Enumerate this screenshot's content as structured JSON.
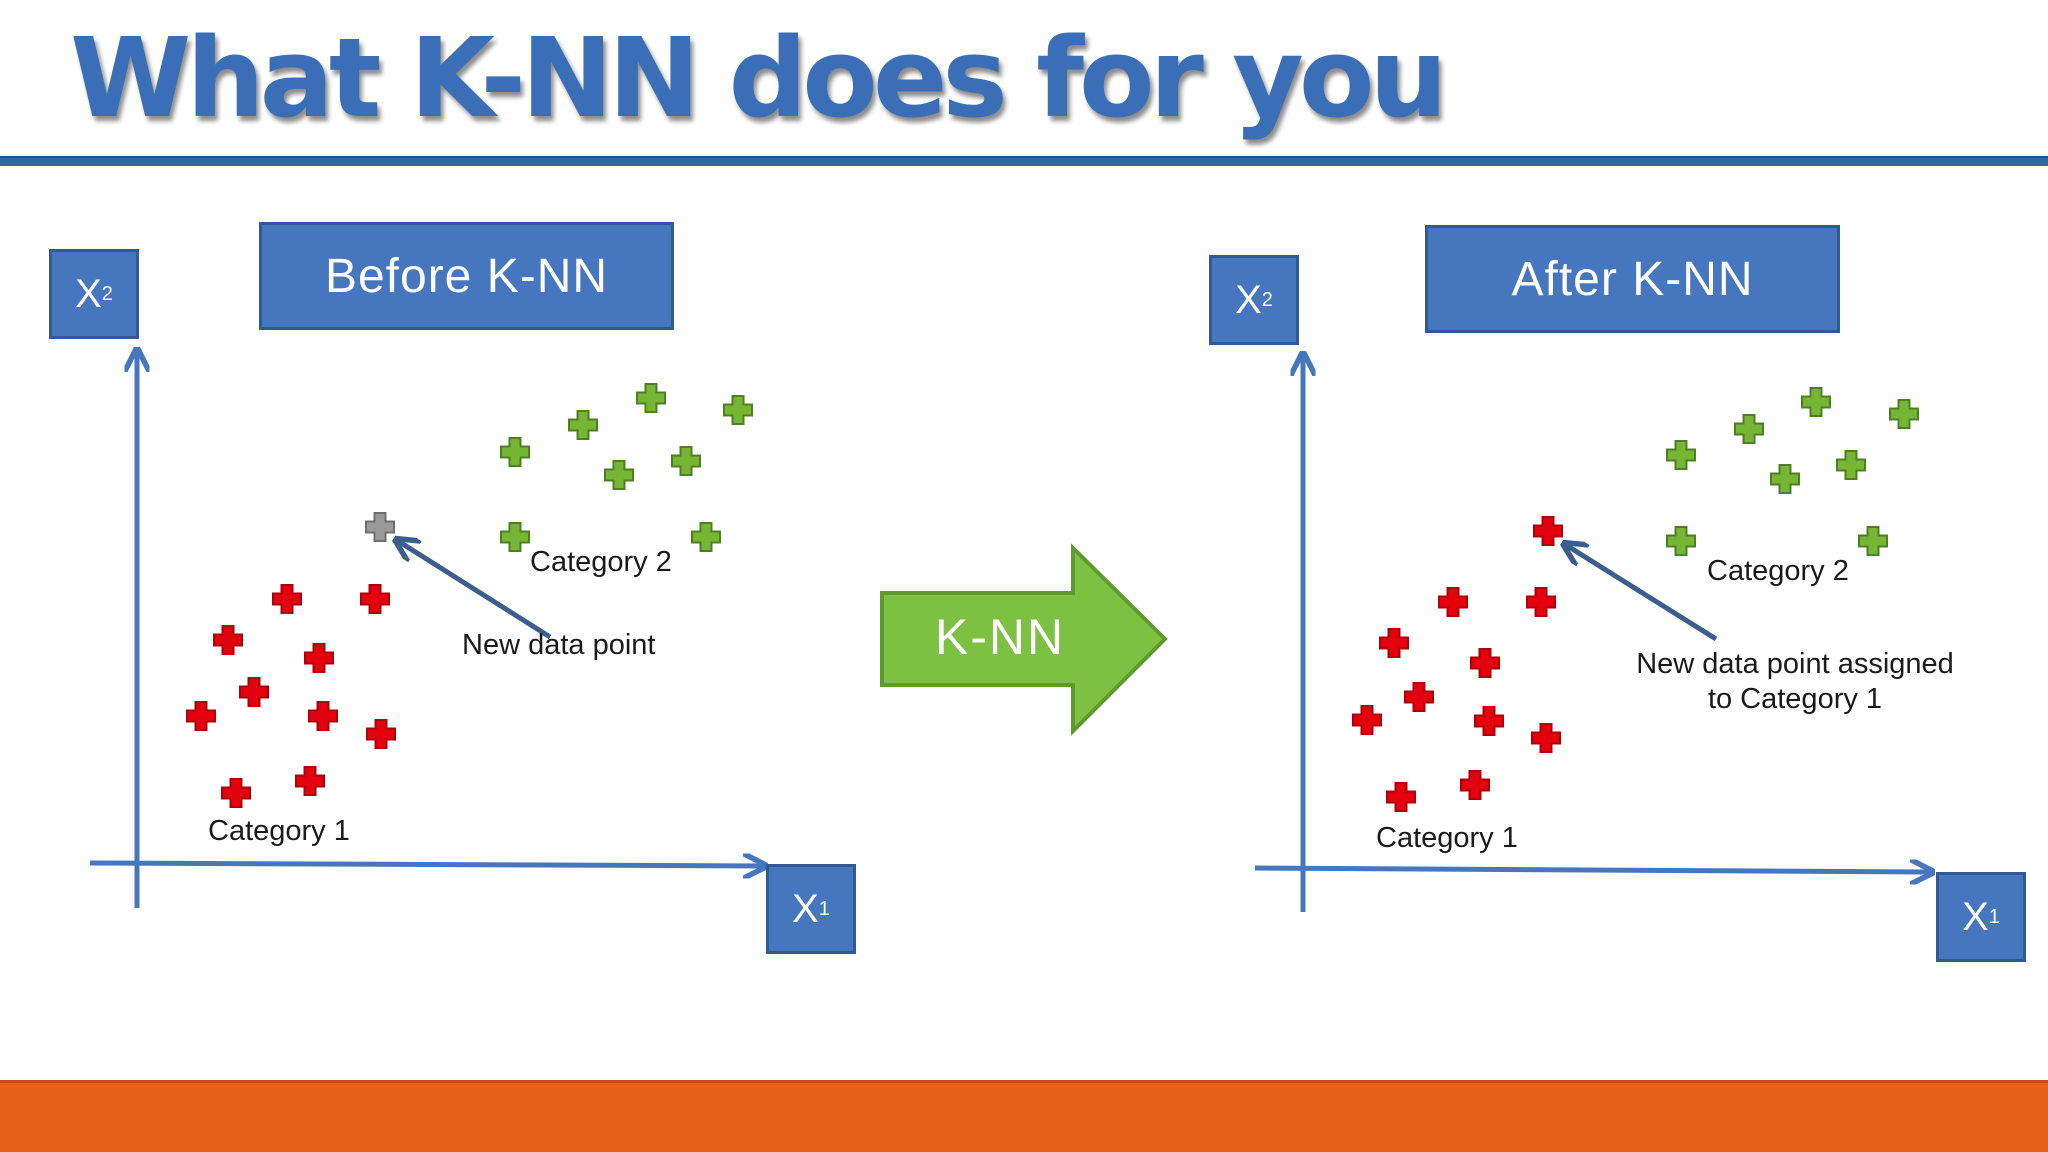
{
  "title": "What K-NN does for you",
  "colors": {
    "title": "#3a6fb7",
    "box": "#4677be",
    "axis": "#4677be",
    "category1": "#e3000f",
    "category2": "#77b534",
    "new_point": "#9a9a9a",
    "arrow_fill": "#7dc142",
    "footer": "#e85f1c"
  },
  "left_panel": {
    "header": "Before K-NN",
    "y_axis": {
      "symbol": "X",
      "subscript": "2"
    },
    "x_axis": {
      "symbol": "X",
      "subscript": "1"
    },
    "category1_label": "Category 1",
    "category2_label": "Category 2",
    "new_point_label": "New data point",
    "new_point_icon": "gray-plus-icon"
  },
  "middle_arrow": {
    "label": "K-NN",
    "icon": "right-arrow-icon"
  },
  "right_panel": {
    "header": "After K-NN",
    "y_axis": {
      "symbol": "X",
      "subscript": "2"
    },
    "x_axis": {
      "symbol": "X",
      "subscript": "1"
    },
    "category1_label": "Category 1",
    "category2_label": "Category 2",
    "new_point_label_line1": "New data point assigned",
    "new_point_label_line2": "to Category 1",
    "new_point_icon": "red-plus-icon"
  }
}
